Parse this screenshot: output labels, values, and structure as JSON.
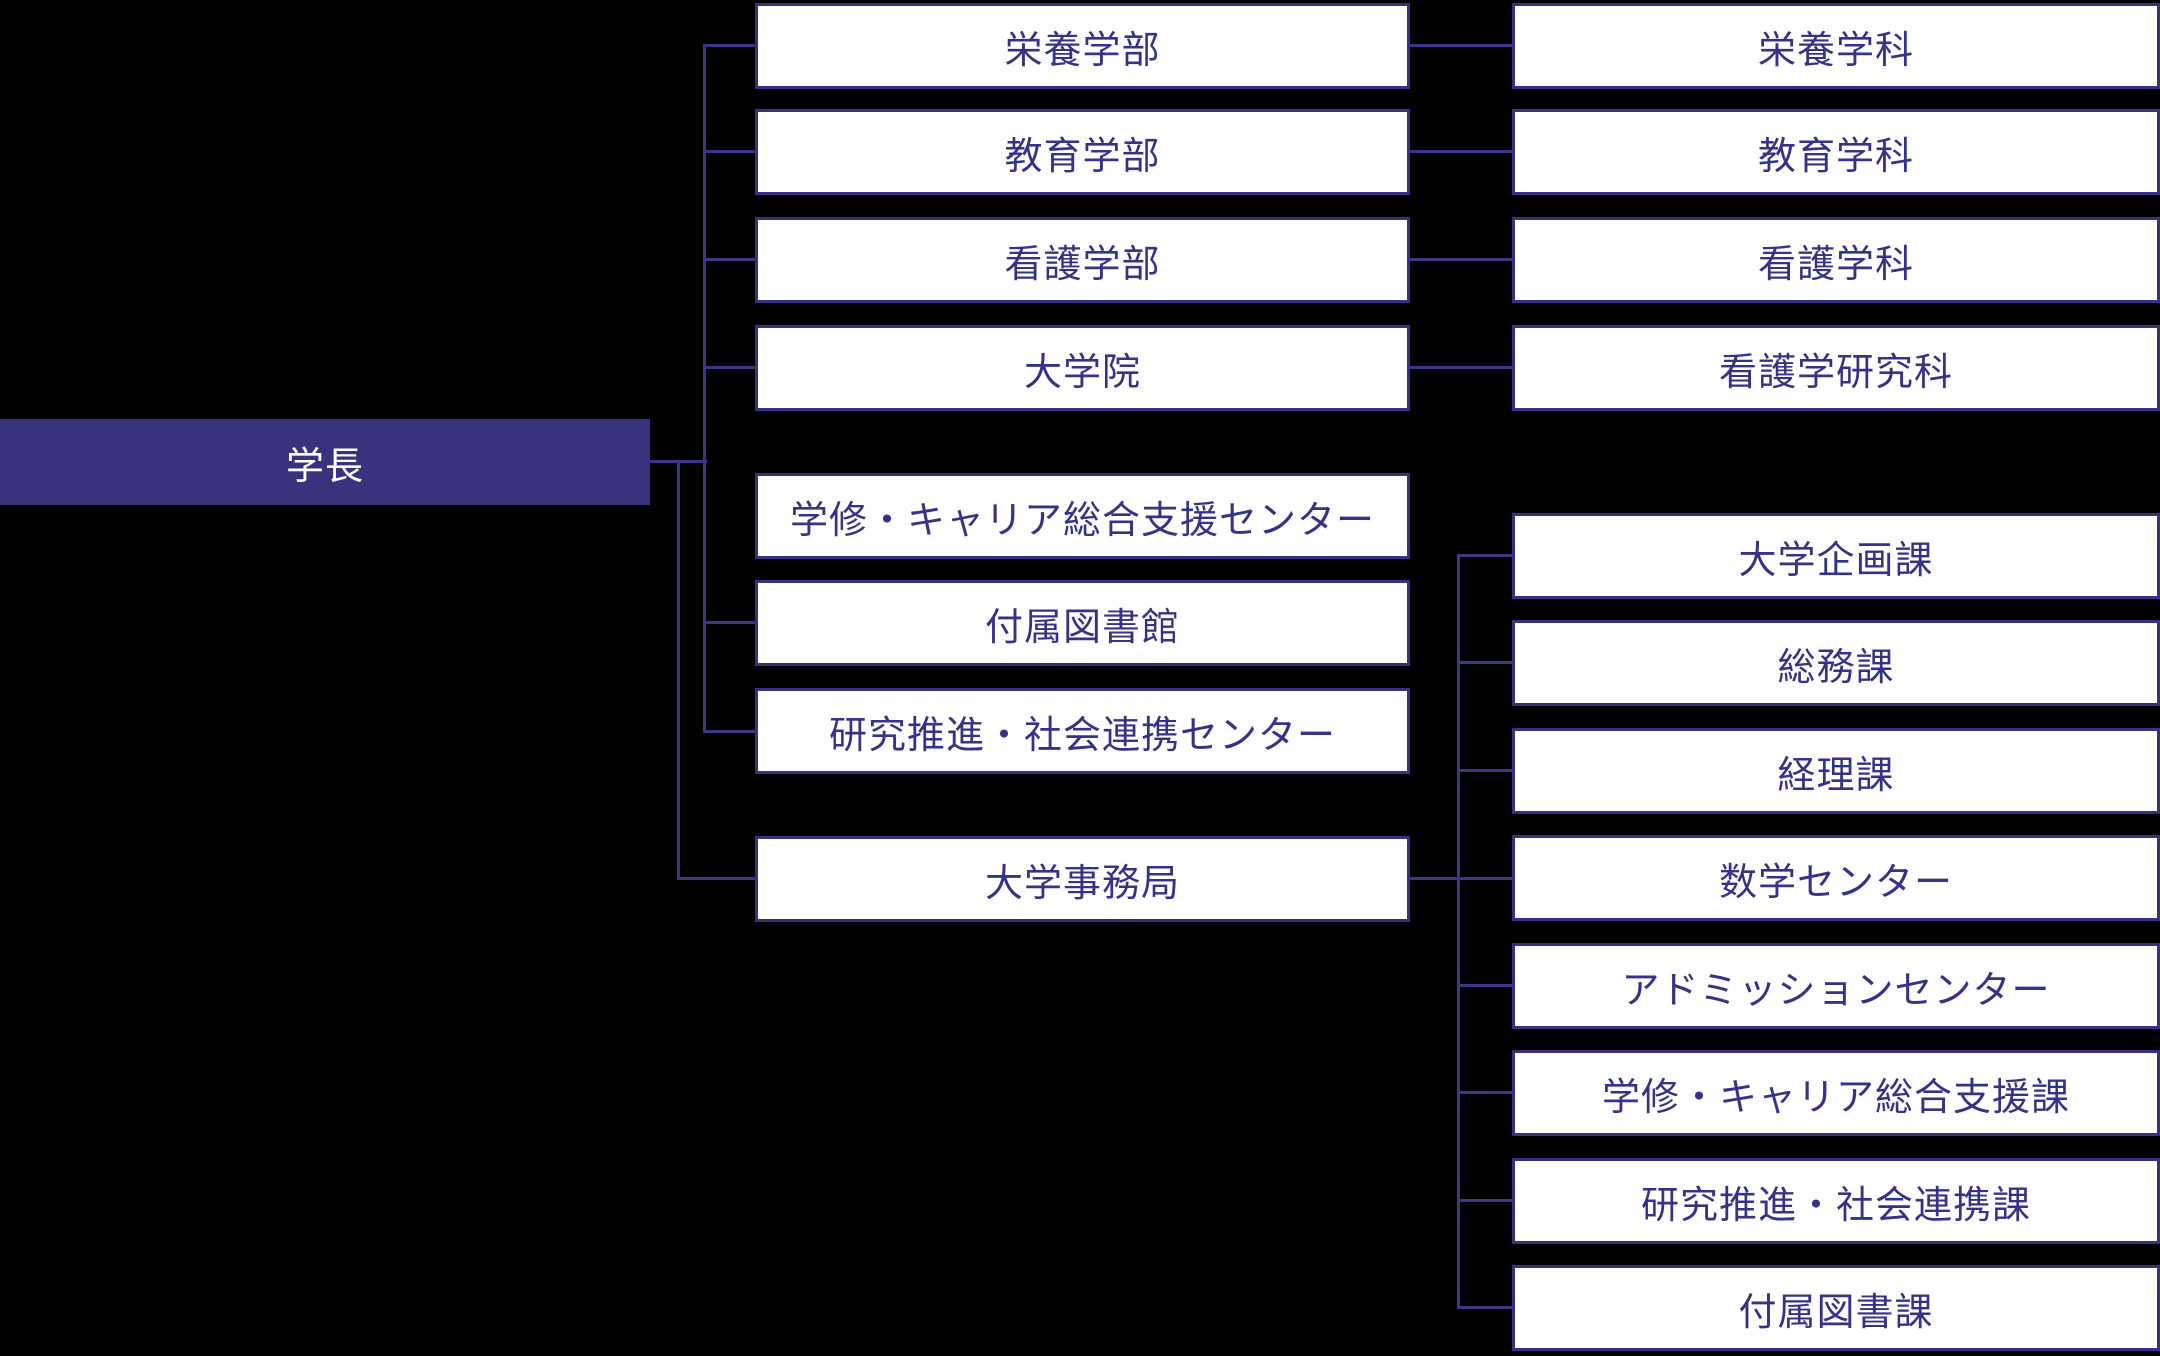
{
  "org_chart": {
    "title": "University organization chart",
    "root": {
      "label": "学長"
    },
    "level2": [
      {
        "label": "栄養学部"
      },
      {
        "label": "教育学部"
      },
      {
        "label": "看護学部"
      },
      {
        "label": "大学院"
      },
      {
        "label": "学修・キャリア総合支援センター"
      },
      {
        "label": "付属図書館"
      },
      {
        "label": "研究推進・社会連携センター"
      },
      {
        "label": "大学事務局"
      }
    ],
    "level3_departments": [
      {
        "label": "栄養学科"
      },
      {
        "label": "教育学科"
      },
      {
        "label": "看護学科"
      },
      {
        "label": "看護学研究科"
      }
    ],
    "level3_offices": [
      {
        "label": "大学企画課"
      },
      {
        "label": "総務課"
      },
      {
        "label": "経理課"
      },
      {
        "label": "数学センター"
      },
      {
        "label": "アドミッションセンター"
      },
      {
        "label": "学修・キャリア総合支援課"
      },
      {
        "label": "研究推進・社会連携課"
      },
      {
        "label": "付属図書課"
      }
    ],
    "colors": {
      "background": "#000000",
      "root_fill": "#37337d",
      "root_text": "#ffffff",
      "node_fill": "#ffffff",
      "node_border": "#37327f",
      "node_text": "#353386",
      "connector": "#3b3688"
    }
  }
}
